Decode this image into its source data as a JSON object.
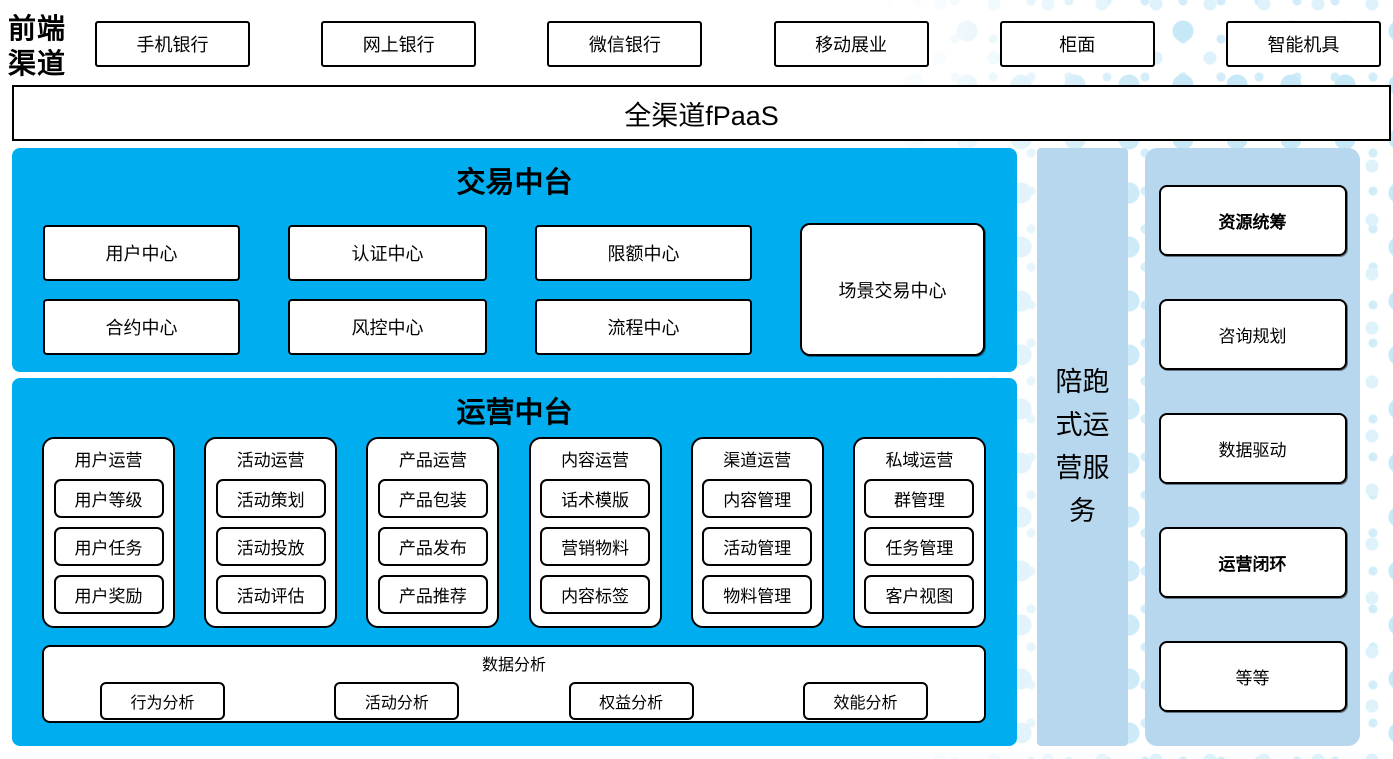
{
  "colors": {
    "accent_blue": "#00AEEF",
    "light_blue": "#B7D7EF",
    "dot_blue": "#C7E8F7",
    "border": "#000000"
  },
  "frontend": {
    "label": "前端渠道",
    "channels": [
      "手机银行",
      "网上银行",
      "微信银行",
      "移动展业",
      "柜面",
      "智能机具"
    ]
  },
  "fpaas": {
    "label": "全渠道fPaaS"
  },
  "trade": {
    "title": "交易中台",
    "row1": [
      "用户中心",
      "认证中心",
      "限额中心"
    ],
    "row2": [
      "合约中心",
      "风控中心",
      "流程中心"
    ],
    "scene_center": "场景交易中心"
  },
  "ops": {
    "title": "运营中台",
    "groups": [
      {
        "name": "用户运营",
        "items": [
          "用户等级",
          "用户任务",
          "用户奖励"
        ]
      },
      {
        "name": "活动运营",
        "items": [
          "活动策划",
          "活动投放",
          "活动评估"
        ]
      },
      {
        "name": "产品运营",
        "items": [
          "产品包装",
          "产品发布",
          "产品推荐"
        ]
      },
      {
        "name": "内容运营",
        "items": [
          "话术模版",
          "营销物料",
          "内容标签"
        ]
      },
      {
        "name": "渠道运营",
        "items": [
          "内容管理",
          "活动管理",
          "物料管理"
        ]
      },
      {
        "name": "私域运营",
        "items": [
          "群管理",
          "任务管理",
          "客户视图"
        ]
      }
    ],
    "analysis": {
      "title": "数据分析",
      "items": [
        "行为分析",
        "活动分析",
        "权益分析",
        "效能分析"
      ]
    }
  },
  "service_strip": {
    "label": "陪跑式运营服务"
  },
  "sidebar": {
    "items": [
      {
        "label": "资源统筹",
        "bold": true
      },
      {
        "label": "咨询规划",
        "bold": false
      },
      {
        "label": "数据驱动",
        "bold": false
      },
      {
        "label": "运营闭环",
        "bold": true
      },
      {
        "label": "等等",
        "bold": false
      }
    ]
  }
}
